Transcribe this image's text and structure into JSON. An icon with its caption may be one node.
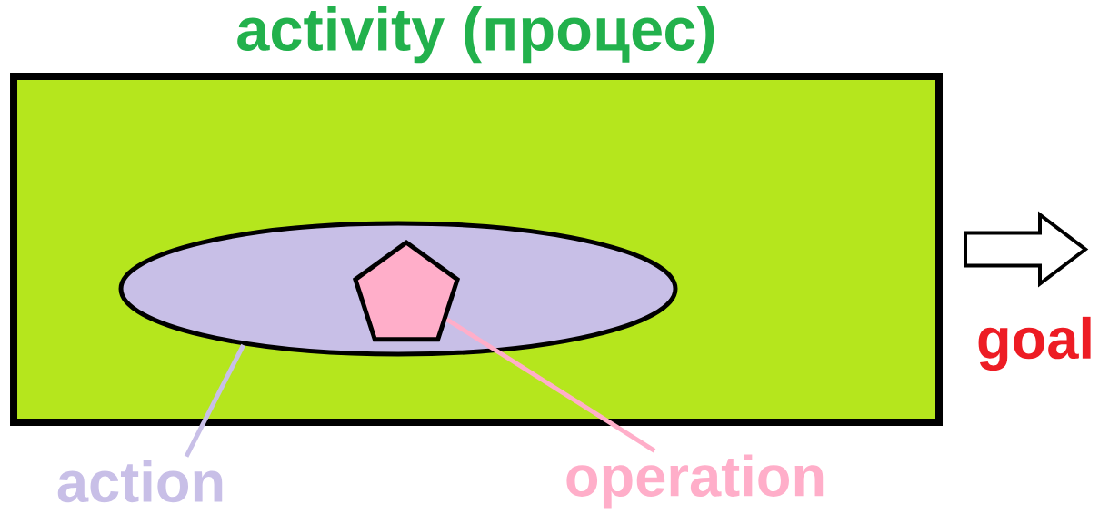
{
  "diagram": {
    "nodes": [
      {
        "text": [
          "activity (процес)"
        ]
      },
      {
        "text": [],
        "shape": "ellipse",
        "in": 0
      },
      {
        "text": [],
        "shape": "pentagon",
        "in": 1
      },
      {
        "text": [
          "action"
        ]
      },
      {
        "text": [
          "operation"
        ]
      }
    ],
    "edges": [
      {
        "from": 3,
        "to": 1,
        "arrow": "none",
        "color": "#c8bfe7"
      },
      {
        "from": 4,
        "to": 2,
        "arrow": "none",
        "color": "#ffaec9"
      },
      {
        "from": 0,
        "to": null,
        "arrow": "to",
        "label": "goal"
      }
    ]
  }
}
